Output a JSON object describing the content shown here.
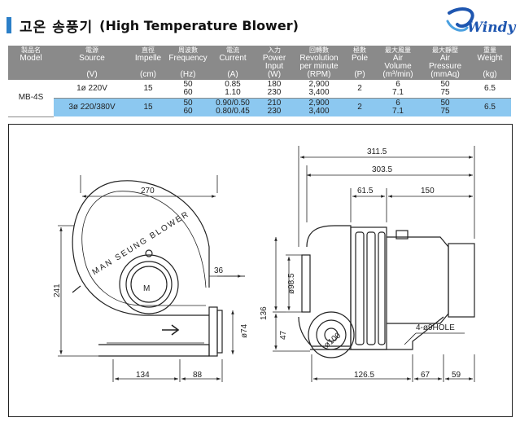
{
  "header": {
    "title_ko": "고온 송풍기",
    "title_en": "(High Temperature Blower)"
  },
  "logo": {
    "text": "Windy",
    "color": "#1e56b0"
  },
  "accent_color": "#2b7fc8",
  "highlight_color": "#8cc8f0",
  "spec_table": {
    "columns": [
      {
        "ko": "製品名",
        "en": [
          "Model"
        ],
        "unit": ""
      },
      {
        "ko": "電源",
        "en": [
          "Source"
        ],
        "unit": "(V)"
      },
      {
        "ko": "直徑",
        "en": [
          "Impelle"
        ],
        "unit": "(cm)"
      },
      {
        "ko": "周波數",
        "en": [
          "Frequency"
        ],
        "unit": "(Hz)"
      },
      {
        "ko": "電流",
        "en": [
          "Current"
        ],
        "unit": "(A)"
      },
      {
        "ko": "入力",
        "en": [
          "Power",
          "Input"
        ],
        "unit": "(W)"
      },
      {
        "ko": "回轉數",
        "en": [
          "Revolution",
          "per minute"
        ],
        "unit": "(RPM)"
      },
      {
        "ko": "極數",
        "en": [
          "Pole"
        ],
        "unit": "(P)"
      },
      {
        "ko": "最大風量",
        "en": [
          "Air",
          "Volume"
        ],
        "unit": "(m³/min)"
      },
      {
        "ko": "最大靜壓",
        "en": [
          "Air",
          "Pressure"
        ],
        "unit": "(mmAq)"
      },
      {
        "ko": "重量",
        "en": [
          "Weight"
        ],
        "unit": "(kg)"
      }
    ],
    "model": "MB-4S",
    "rows": [
      {
        "source": "1ø 220V",
        "impeller": "15",
        "frequency": [
          "50",
          "60"
        ],
        "current": [
          "0.85",
          "1.10"
        ],
        "power": [
          "180",
          "230"
        ],
        "rpm": [
          "2,900",
          "3,400"
        ],
        "pole": "2",
        "air_volume": [
          "6",
          "7.1"
        ],
        "air_pressure": [
          "50",
          "75"
        ],
        "weight": "6.5"
      },
      {
        "source": "3ø 220/380V",
        "impeller": "15",
        "frequency": [
          "50",
          "60"
        ],
        "current": [
          "0.90/0.50",
          "0.80/0.45"
        ],
        "power": [
          "210",
          "230"
        ],
        "rpm": [
          "2,900",
          "3,400"
        ],
        "pole": "2",
        "air_volume": [
          "6",
          "7.1"
        ],
        "air_pressure": [
          "50",
          "75"
        ],
        "weight": "6.5"
      }
    ]
  },
  "drawing": {
    "front_brand": "MAN SEUNG BLOWER",
    "front_letter": "M",
    "dims": {
      "total_width": "270",
      "height": "241",
      "outlet_width": "36",
      "outlet_dia": "ø74",
      "base_left": "134",
      "base_right": "88",
      "side_total": "311.5",
      "side_width": "303.5",
      "side_a": "61.5",
      "side_b": "150",
      "shaft_dia": "ø98.5",
      "height_136": "136",
      "height_47": "47",
      "inlet_dia": "ø100",
      "hole": "4-ø9HOLE",
      "base_a": "126.5",
      "base_b": "67",
      "base_c": "59"
    }
  }
}
